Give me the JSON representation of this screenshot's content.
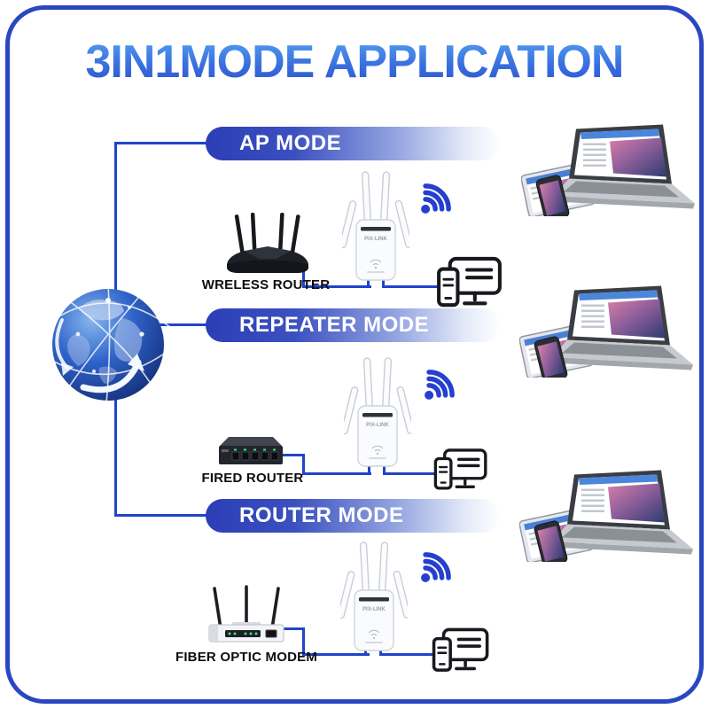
{
  "title": "3IN1MODE APPLICATION",
  "colors": {
    "title_blue_top": "#55a5f1",
    "title_blue_bottom": "#2a53cb",
    "line_blue": "#2144ca",
    "frame_blue": "#2a47c2",
    "pill_blue": "#2c3eb6",
    "wifi_blue": "#2540cf"
  },
  "modes": [
    {
      "label": "AP MODE",
      "device_label": "WRELESS ROUTER",
      "repeater_brand": "PIX-LINK"
    },
    {
      "label": "REPEATER MODE",
      "device_label": "FIRED ROUTER",
      "repeater_brand": "PIX-LINK"
    },
    {
      "label": "ROUTER MODE",
      "device_label": "FIBER OPTIC MODEM",
      "repeater_brand": "PIX-LINK"
    }
  ]
}
